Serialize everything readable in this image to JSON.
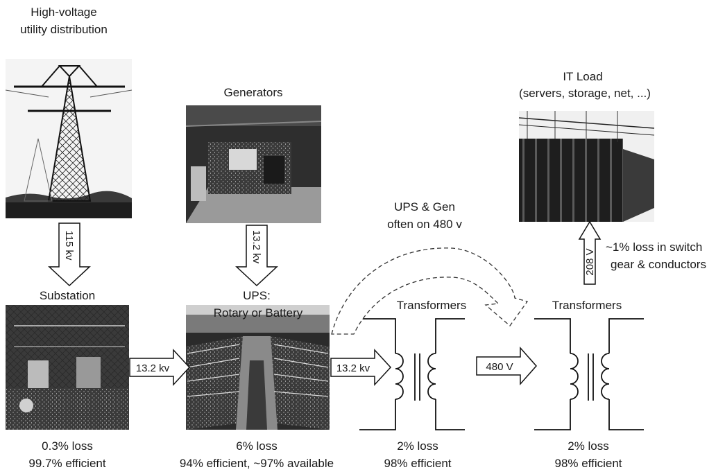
{
  "labels": {
    "hv_title_line1": "High-voltage",
    "hv_title_line2": "utility distribution",
    "generators_title": "Generators",
    "it_load_title_line1": "IT Load",
    "it_load_title_line2": "(servers, storage, net, ...)",
    "substation_title": "Substation",
    "ups_title_line1": "UPS:",
    "ups_title_line2": "Rotary or Battery",
    "transformers1_title": "Transformers",
    "transformers2_title": "Transformers",
    "ups_gen_note_line1": "UPS & Gen",
    "ups_gen_note_line2": "often on 480 v",
    "switch_loss_line1": "~1% loss in switch",
    "switch_loss_line2": "gear & conductors"
  },
  "arrows": {
    "hv_to_substation": "115 kv",
    "gen_to_ups": "13.2 kv",
    "substation_to_ups": "13.2 kv",
    "ups_to_transformers": "13.2 kv",
    "transformers_to_transformers": "480 V",
    "transformers_to_itload": "208 V"
  },
  "stats": {
    "substation_loss": "0.3% loss",
    "substation_eff": "99.7% efficient",
    "ups_loss": "6% loss",
    "ups_eff": "94% efficient, ~97% available",
    "transformers1_loss": "2% loss",
    "transformers1_eff": "98% efficient",
    "transformers2_loss": "2% loss",
    "transformers2_eff": "98% efficient"
  }
}
